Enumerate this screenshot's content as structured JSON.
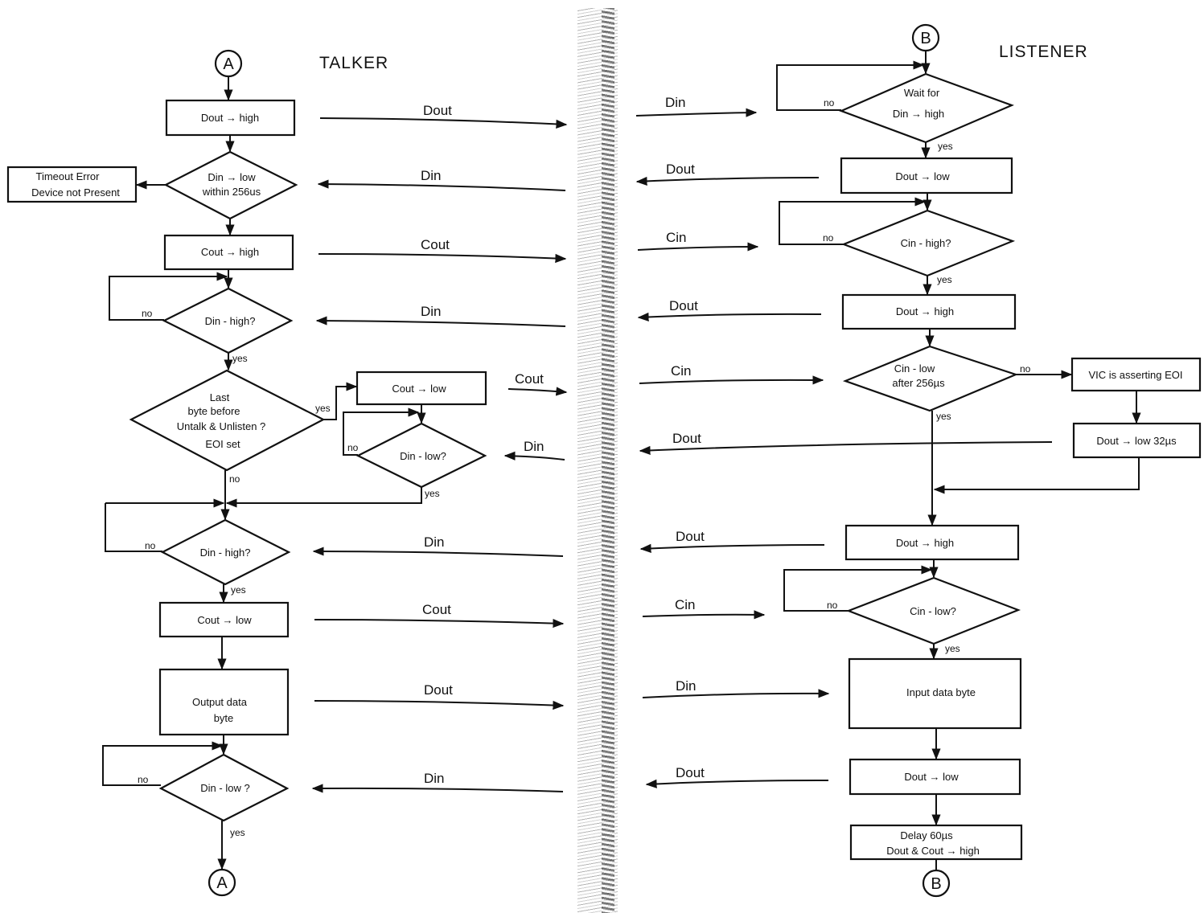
{
  "titles": {
    "talker": "TALKER",
    "listener": "LISTENER"
  },
  "connectors": {
    "a": "A",
    "b": "B"
  },
  "talker": {
    "dout_high": "Dout → high",
    "timeout_line1": "Timeout Error",
    "timeout_line2": "Device not Present",
    "din_low_256_line1": "Din → low",
    "din_low_256_line2": "within 256us",
    "cout_high": "Cout → high",
    "din_high_q1": "Din - high?",
    "last_line1": "Last",
    "last_line2": "byte before",
    "last_line3": "Untalk & Unlisten ?",
    "last_line4": "EOI set",
    "cout_low_eoi": "Cout → low",
    "din_low_q_eoi": "Din - low?",
    "din_high_q2": "Din - high?",
    "cout_low": "Cout → low",
    "output_line1": "Output data",
    "output_line2": "byte",
    "din_low_q": "Din - low ?"
  },
  "listener": {
    "wait_line1": "Wait for",
    "wait_line2": "Din → high",
    "dout_low1": "Dout → low",
    "cin_high_q": "Cin - high?",
    "dout_high1": "Dout → high",
    "cin_low_line1": "Cin - low",
    "cin_low_line2": "after 256µs",
    "vic_eoi": "VIC is asserting EOI",
    "dout_low_32": "Dout → low 32µs",
    "dout_high2": "Dout → high",
    "cin_low_q": "Cin - low?",
    "input_byte": "Input data byte",
    "dout_low2": "Dout → low",
    "delay_line1": "Delay 60µs",
    "delay_line2": "Dout & Cout → high"
  },
  "labels": {
    "yes": "yes",
    "no": "no"
  },
  "signals": {
    "talker": [
      "Dout",
      "Din",
      "Cout",
      "Din",
      "Cout",
      "Din",
      "Din",
      "Cout",
      "Dout",
      "Din"
    ],
    "listener": [
      "Din",
      "Dout",
      "Cin",
      "Dout",
      "Cin",
      "Dout",
      "Dout",
      "Cin",
      "Din",
      "Dout"
    ]
  }
}
